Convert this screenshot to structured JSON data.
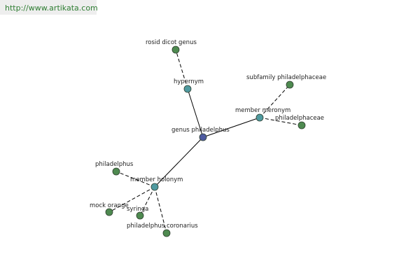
{
  "header": {
    "url": "http://www.artikata.com"
  },
  "colors": {
    "root": "#4d5aa0",
    "relation": "#4f9aa0",
    "leaf": "#4e8a50"
  },
  "graph": {
    "nodes": {
      "root": "genus philadelphus",
      "hypernym": "hypernym",
      "rosid": "rosid dicot genus",
      "meronym": "member meronym",
      "subfamily": "subfamily philadelphaceae",
      "philadelphaceae": "philadelphaceae",
      "holonym": "member holonym",
      "philadelphus": "philadelphus",
      "mock_orange": "mock orange",
      "syringa": "syringa",
      "coronarius": "philadelphus coronarius"
    },
    "edges": [
      {
        "from": "root",
        "to": "hypernym",
        "style": "solid"
      },
      {
        "from": "hypernym",
        "to": "rosid",
        "style": "dashed"
      },
      {
        "from": "root",
        "to": "meronym",
        "style": "solid"
      },
      {
        "from": "meronym",
        "to": "subfamily",
        "style": "dashed"
      },
      {
        "from": "meronym",
        "to": "philadelphaceae",
        "style": "dashed"
      },
      {
        "from": "root",
        "to": "holonym",
        "style": "solid"
      },
      {
        "from": "holonym",
        "to": "philadelphus",
        "style": "dashed"
      },
      {
        "from": "holonym",
        "to": "mock_orange",
        "style": "dashed"
      },
      {
        "from": "holonym",
        "to": "syringa",
        "style": "dashed"
      },
      {
        "from": "holonym",
        "to": "coronarius",
        "style": "dashed"
      }
    ]
  }
}
